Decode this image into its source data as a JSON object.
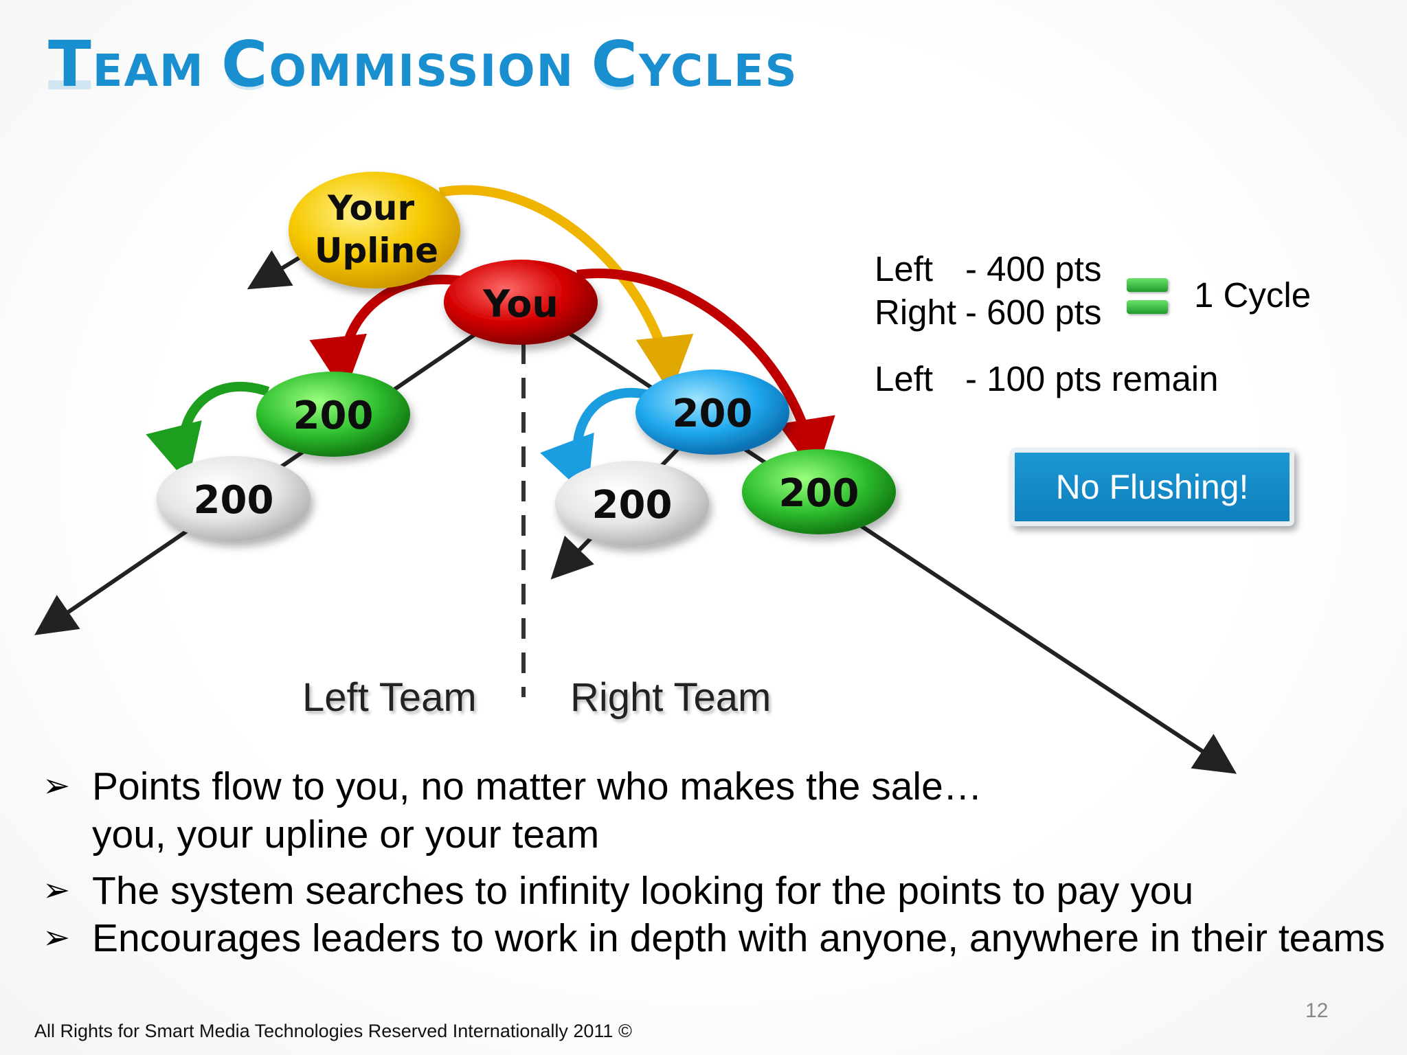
{
  "title": {
    "first_letters": [
      "T",
      "C",
      "C"
    ],
    "rest": [
      "EAM",
      "OMMISSION",
      "YCLES"
    ],
    "full": "Team Commission Cycles"
  },
  "nodes": {
    "upline": [
      "Your",
      "Upline"
    ],
    "you": "You",
    "left_1": "200",
    "left_2": "200",
    "right_1": "200",
    "right_2": "200",
    "right_3": "200"
  },
  "teams": {
    "left": "Left Team",
    "right": "Right Team"
  },
  "info": {
    "line1_side": "Left",
    "line1_pts": "- 400 pts",
    "line2_side": "Right",
    "line2_pts": "- 600 pts",
    "equals_result": "1 Cycle",
    "line3_side": "Left",
    "line3_pts": "- 100 pts remain"
  },
  "button": {
    "no_flushing": "No Flushing!"
  },
  "bullets": [
    "Points flow to you, no matter who makes the sale…\nyou, your upline or your team",
    "The system searches to infinity looking for the points to pay you",
    "Encourages leaders to work in depth with anyone, anywhere in their teams"
  ],
  "bullet_mark": "➢",
  "footer": "All Rights for Smart Media Technologies Reserved Internationally 2011 ©",
  "page_number": "12",
  "colors": {
    "title": "#1a8fd0",
    "upline": "#f5c400",
    "you": "#d10000",
    "green": "#26b526",
    "blue": "#1aa0e8",
    "gray": "#d8d8d8",
    "button": "#1b97d2"
  }
}
